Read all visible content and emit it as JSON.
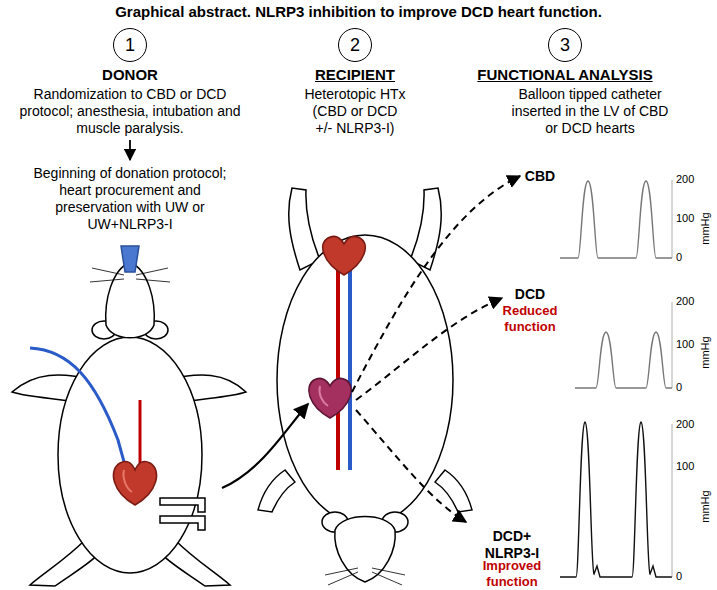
{
  "diagram": {
    "title": "Graphical abstract. NLRP3 inhibition to improve DCD heart function.",
    "nodes": [
      {
        "text": [
          "1"
        ]
      },
      {
        "text": [
          "2"
        ]
      },
      {
        "text": [
          "3"
        ]
      }
    ],
    "labels": [
      "DONOR",
      "Randomization to CBD or DCD protocol; anesthesia, intubation and muscle paralysis.",
      "Beginning of donation protocol; heart procurement and preservation with UW or UW+NLRP3-I",
      "RECIPIENT",
      "Heterotopic HTx (CBD or DCD +/- NLRP3-I)",
      "FUNCTIONAL ANALYSIS",
      "Balloon tipped catheter inserted in the LV of CBD or DCD hearts",
      "200",
      "mmHg",
      "100",
      "0",
      "CBD",
      "200",
      "mmHg",
      "100",
      "0",
      "DCD",
      "Reduced function",
      "200",
      "mmHg",
      "100",
      "0",
      "DCD+ NLRP3-I",
      "Improved function"
    ]
  }
}
